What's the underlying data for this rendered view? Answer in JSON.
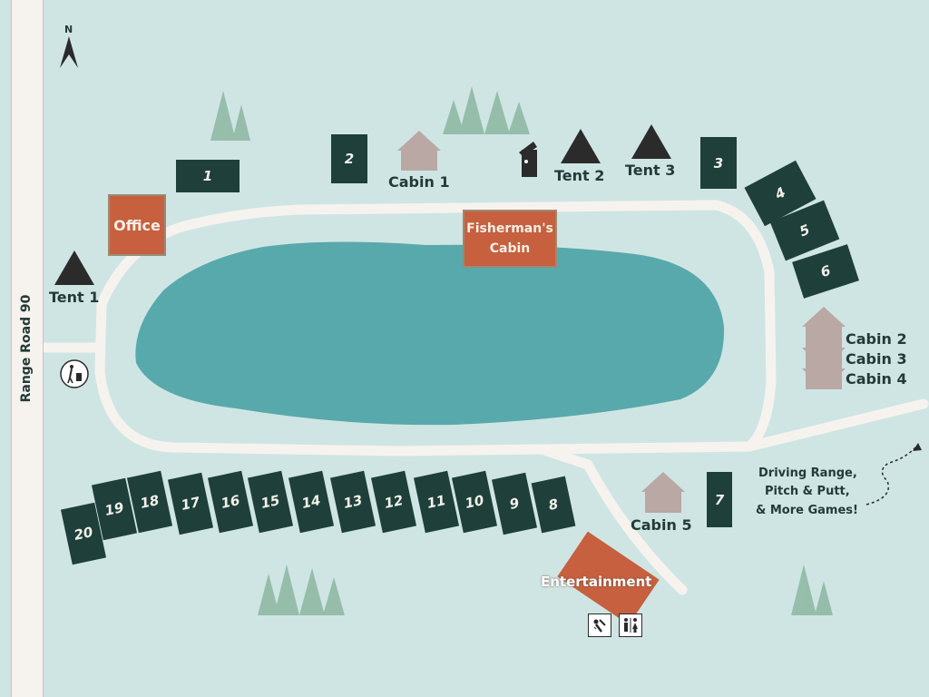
{
  "road": {
    "label": "Range Road 90"
  },
  "compass": {
    "label": "N"
  },
  "lake": {
    "color": "#58a9ab"
  },
  "buildings": {
    "office": "Office",
    "fishermans_cabin_line1": "Fisherman's",
    "fishermans_cabin_line2": "Cabin",
    "entertainment": "Entertainment"
  },
  "labels": {
    "cabin1": "Cabin 1",
    "tent1": "Tent 1",
    "tent2": "Tent 2",
    "tent3": "Tent 3",
    "cabin2": "Cabin 2",
    "cabin3": "Cabin 3",
    "cabin4": "Cabin 4",
    "cabin5": "Cabin 5",
    "games_line1": "Driving Range,",
    "games_line2": "Pitch & Putt,",
    "games_line3": "& More Games!"
  },
  "sites": [
    "1",
    "2",
    "3",
    "4",
    "5",
    "6",
    "7",
    "8",
    "9",
    "10",
    "11",
    "12",
    "13",
    "14",
    "15",
    "16",
    "17",
    "18",
    "19",
    "20"
  ],
  "icons": [
    "compass-icon",
    "tree-icon",
    "tent-icon",
    "cabin-icon",
    "outhouse-icon",
    "trash-icon",
    "shower-icon",
    "restroom-icon"
  ],
  "colors": {
    "site": "#1e3f3a",
    "building": "#c6603f",
    "cabin": "#b9a8a4",
    "path": "#f6f3ee",
    "background": "#cfe5e4"
  }
}
